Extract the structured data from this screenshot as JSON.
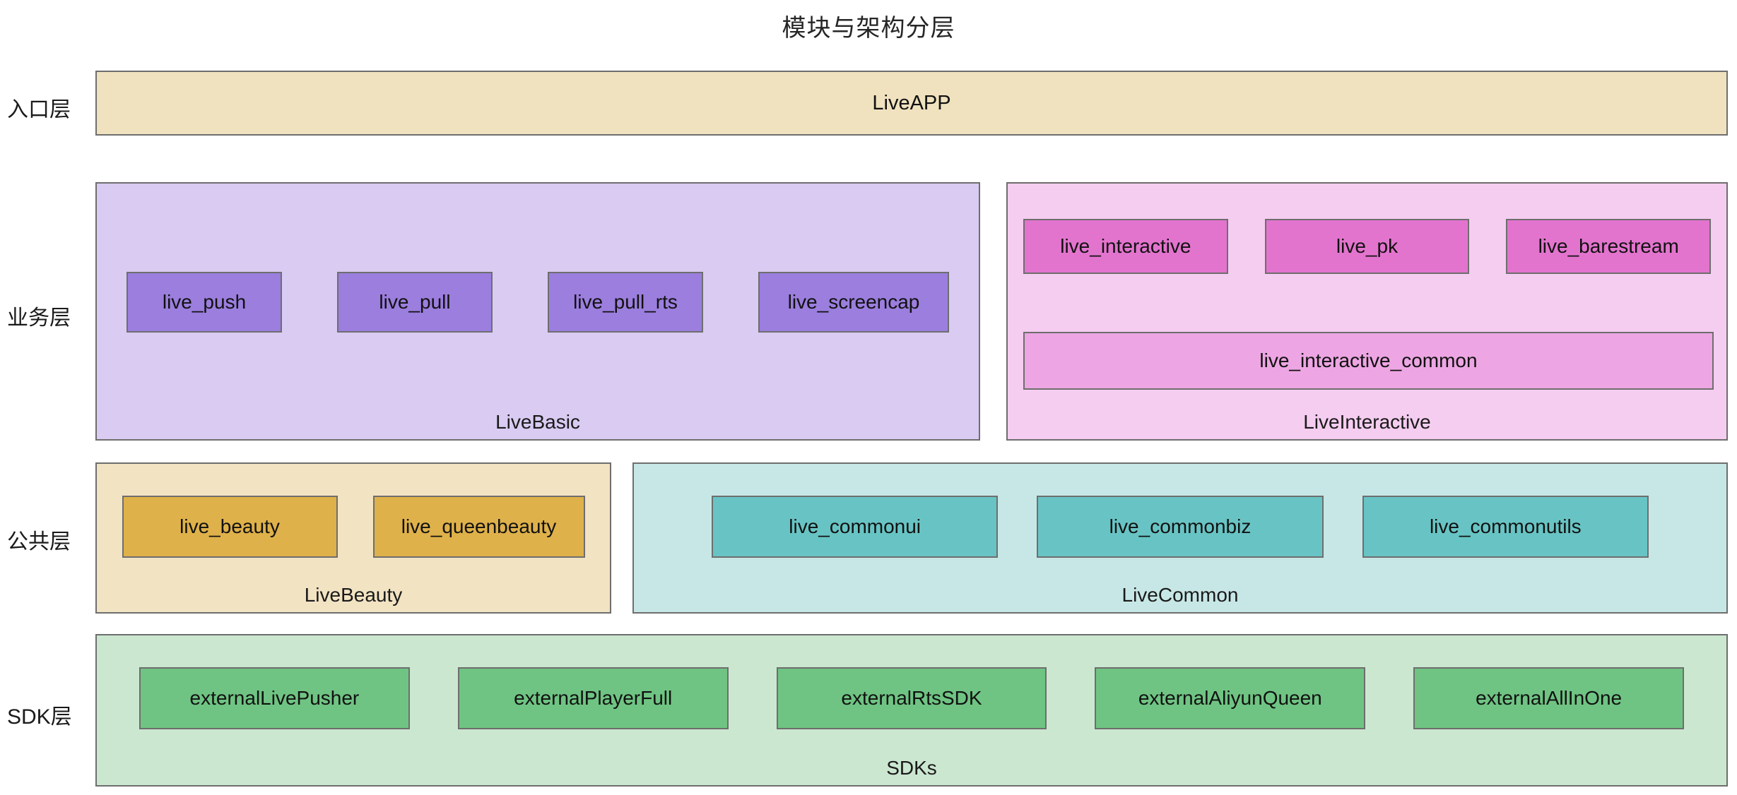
{
  "title": "模块与架构分层",
  "rows": [
    {
      "label": "入口层"
    },
    {
      "label": "业务层"
    },
    {
      "label": "公共层"
    },
    {
      "label": "SDK层"
    }
  ],
  "colors": {
    "entry_fill": "#f0e2bf",
    "livebasic_fill": "#d9cbf2",
    "livebasic_chip": "#9b7ede",
    "liveinteractive_fill": "#f5cdf0",
    "liveinteractive_chip": "#e374ce",
    "liveinteractive_common_chip": "#eda6e3",
    "livebeauty_fill": "#f2e3c3",
    "livebeauty_chip": "#dfb14a",
    "livecommon_fill": "#c7e7e6",
    "livecommon_chip": "#68c4c4",
    "sdks_fill": "#cbe7d0",
    "sdks_chip": "#6fc483",
    "border": "#6e6e6e",
    "text": "#111111"
  },
  "groups": {
    "entry": {
      "caption": "",
      "center_label": "LiveAPP"
    },
    "livebasic": {
      "caption": "LiveBasic",
      "modules": [
        "live_push",
        "live_pull",
        "live_pull_rts",
        "live_screencap"
      ]
    },
    "liveinteractive": {
      "caption": "LiveInteractive",
      "modules": [
        "live_interactive",
        "live_pk",
        "live_barestream"
      ],
      "wide_module": "live_interactive_common"
    },
    "livebeauty": {
      "caption": "LiveBeauty",
      "modules": [
        "live_beauty",
        "live_queenbeauty"
      ]
    },
    "livecommon": {
      "caption": "LiveCommon",
      "modules": [
        "live_commonui",
        "live_commonbiz",
        "live_commonutils"
      ]
    },
    "sdks": {
      "caption": "SDKs",
      "modules": [
        "externalLivePusher",
        "externalPlayerFull",
        "externalRtsSDK",
        "externalAliyunQueen",
        "externalAllInOne"
      ]
    }
  },
  "chart_data": {
    "type": "diagram",
    "title": "模块与架构分层",
    "layers": [
      {
        "name": "入口层",
        "groups": [
          {
            "name": "LiveAPP",
            "modules": []
          }
        ]
      },
      {
        "name": "业务层",
        "groups": [
          {
            "name": "LiveBasic",
            "modules": [
              "live_push",
              "live_pull",
              "live_pull_rts",
              "live_screencap"
            ]
          },
          {
            "name": "LiveInteractive",
            "modules": [
              "live_interactive",
              "live_pk",
              "live_barestream",
              "live_interactive_common"
            ]
          }
        ]
      },
      {
        "name": "公共层",
        "groups": [
          {
            "name": "LiveBeauty",
            "modules": [
              "live_beauty",
              "live_queenbeauty"
            ]
          },
          {
            "name": "LiveCommon",
            "modules": [
              "live_commonui",
              "live_commonbiz",
              "live_commonutils"
            ]
          }
        ]
      },
      {
        "name": "SDK层",
        "groups": [
          {
            "name": "SDKs",
            "modules": [
              "externalLivePusher",
              "externalPlayerFull",
              "externalRtsSDK",
              "externalAliyunQueen",
              "externalAllInOne"
            ]
          }
        ]
      }
    ]
  }
}
